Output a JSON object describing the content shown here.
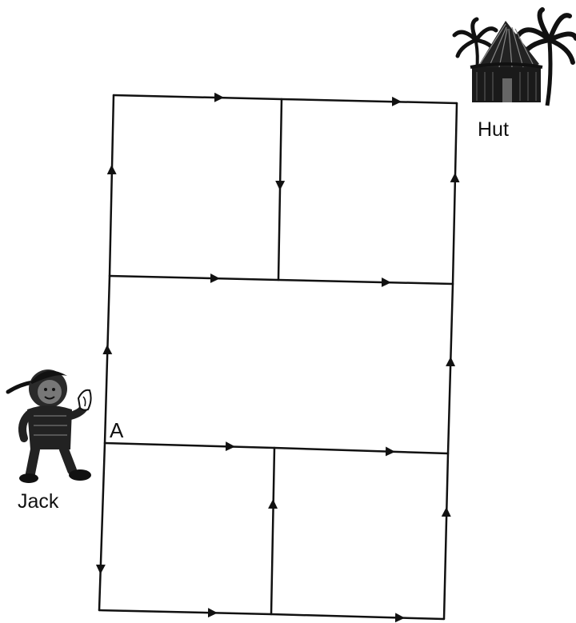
{
  "labels": {
    "hut": "Hut",
    "jack": "Jack",
    "point_a": "A"
  },
  "colors": {
    "ink": "#111111",
    "paper": "#ffffff"
  },
  "icons": {
    "hut": "thatched-hut-with-palm-trees",
    "jack": "boy-holding-banana"
  }
}
